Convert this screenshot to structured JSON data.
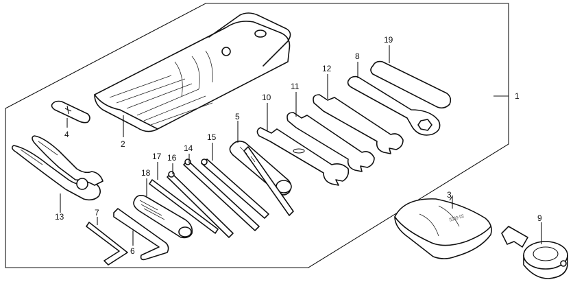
{
  "callouts": [
    "1",
    "2",
    "3",
    "4",
    "5",
    "6",
    "7",
    "8",
    "9",
    "10",
    "11",
    "12",
    "13",
    "14",
    "15",
    "16",
    "17",
    "18",
    "19"
  ],
  "bag_marking": "▯▯▯▯-▯▯"
}
